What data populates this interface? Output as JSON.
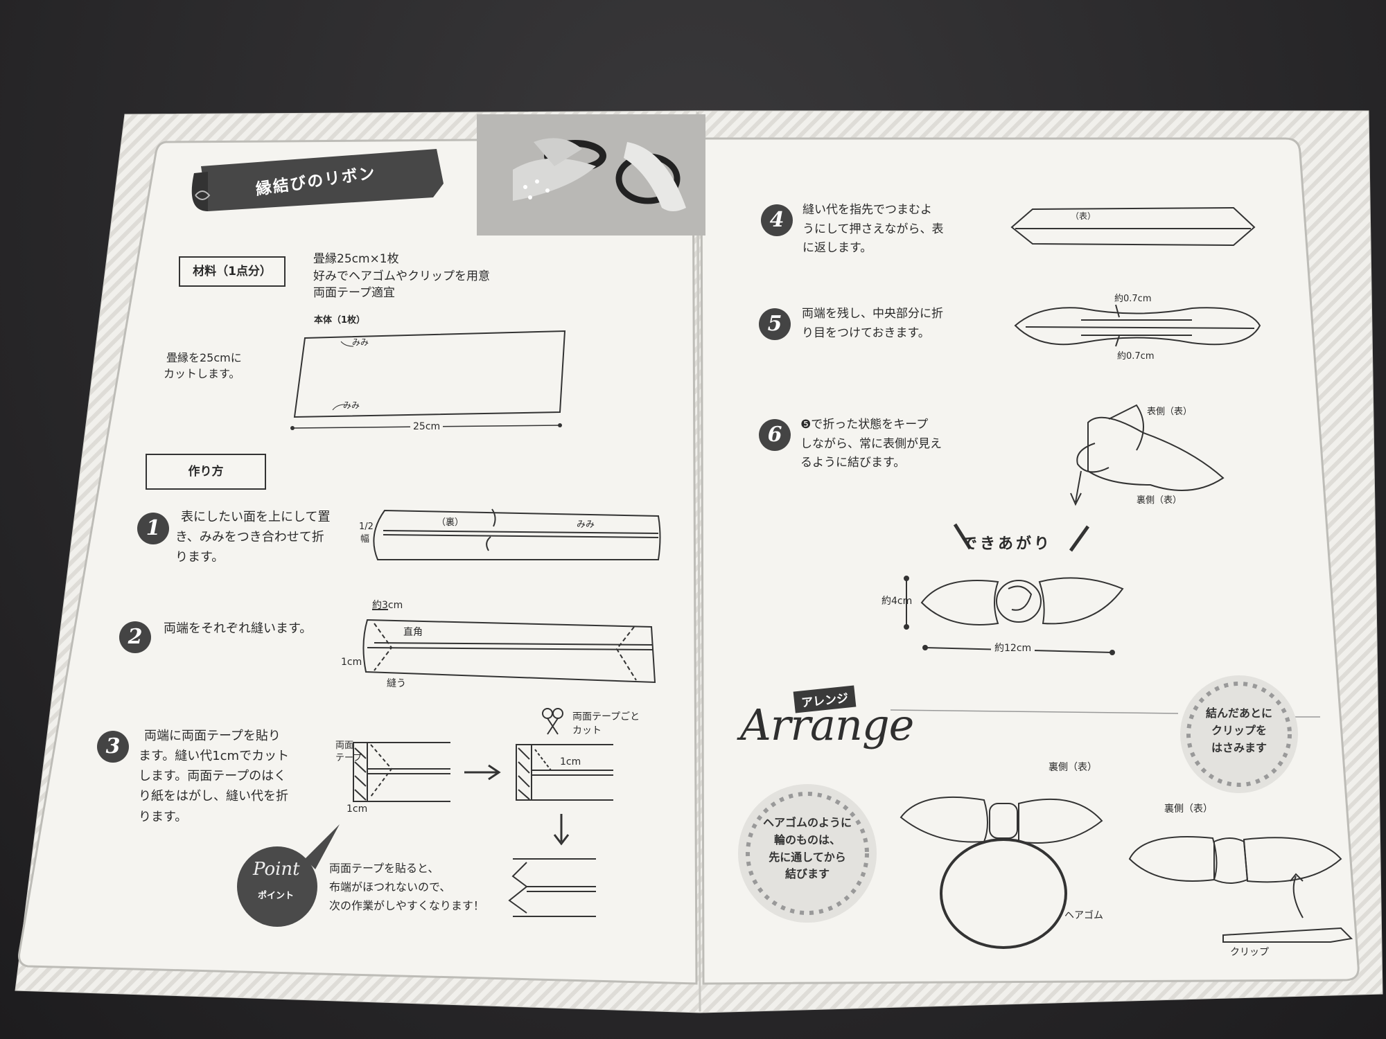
{
  "colors": {
    "paper": "#f3f2ee",
    "ink": "#2a2a2a",
    "accent_dark": "#3f3f3f",
    "stripe": "#dcdcd8"
  },
  "left": {
    "banner_title": "縁結びのリボン",
    "materials": {
      "label": "材料（1点分）",
      "lines": [
        "畳縁25cm×1枚",
        "好みでヘアゴムやクリップを用意",
        "両面テープ適宜"
      ]
    },
    "body_piece": {
      "label": "本体（1枚）",
      "mimi_top": "みみ",
      "mimi_bottom": "みみ",
      "width": "25cm",
      "note_lines": [
        "畳縁を25cmに",
        "カットします。"
      ]
    },
    "howto_label": "作り方",
    "steps": [
      {
        "num": "1",
        "lines": [
          "表にしたい面を上にして置",
          "き、みみをつき合わせて折",
          "ります。"
        ]
      },
      {
        "num": "2",
        "lines": [
          "両端をそれぞれ縫います。"
        ]
      },
      {
        "num": "3",
        "lines": [
          "両端に両面テープを貼り",
          "ます。縫い代1cmでカット",
          "します。両面テープのはく",
          "り紙をはがし、縫い代を折",
          "ります。"
        ]
      }
    ],
    "diag1": {
      "half": "1/2",
      "width_label": "幅",
      "ura": "（裏）",
      "mimi": "みみ"
    },
    "diag2": {
      "approx3": "約3cm",
      "right_angle": "直角",
      "one_cm": "1cm",
      "sew": "縫う"
    },
    "diag3": {
      "tape_lines": [
        "両面",
        "テープ"
      ],
      "one_cm_a": "1cm",
      "cut_lines": [
        "両面テープごと",
        "カット"
      ],
      "one_cm_b": "1cm"
    },
    "point": {
      "word": "Point",
      "sub": "ポイント",
      "lines": [
        "両面テープを貼ると、",
        "布端がほつれないので、",
        "次の作業がしやすくなります！"
      ]
    }
  },
  "right": {
    "steps": [
      {
        "num": "4",
        "lines": [
          "縫い代を指先でつまむよ",
          "うにして押さえながら、表",
          "に返します。"
        ]
      },
      {
        "num": "5",
        "lines": [
          "両端を残し、中央部分に折",
          "り目をつけておきます。"
        ]
      },
      {
        "num": "6",
        "lines": [
          "❺で折った状態をキープ",
          "しながら、常に表側が見え",
          "るように結びます。"
        ]
      }
    ],
    "diag4": {
      "omote": "（表）"
    },
    "diag5": {
      "top": "約0.7cm",
      "bottom": "約0.7cm"
    },
    "diag6": {
      "omote_side": "表側（表）",
      "ura_side": "裏側（表）"
    },
    "finished": {
      "title": "できあがり",
      "height": "約4cm",
      "width": "約12cm"
    },
    "arrange": {
      "script": "Arrange",
      "tag": "アレンジ",
      "badge_clip_lines": [
        "結んだあとに",
        "クリップを",
        "はさみます"
      ],
      "badge_hairtie_lines": [
        "ヘアゴムのように",
        "輪のものは、",
        "先に通してから",
        "結びます"
      ],
      "label_ura_a": "裏側（表）",
      "label_ura_b": "裏側（表）",
      "label_hairtie": "ヘアゴム",
      "label_clip": "クリップ"
    }
  }
}
